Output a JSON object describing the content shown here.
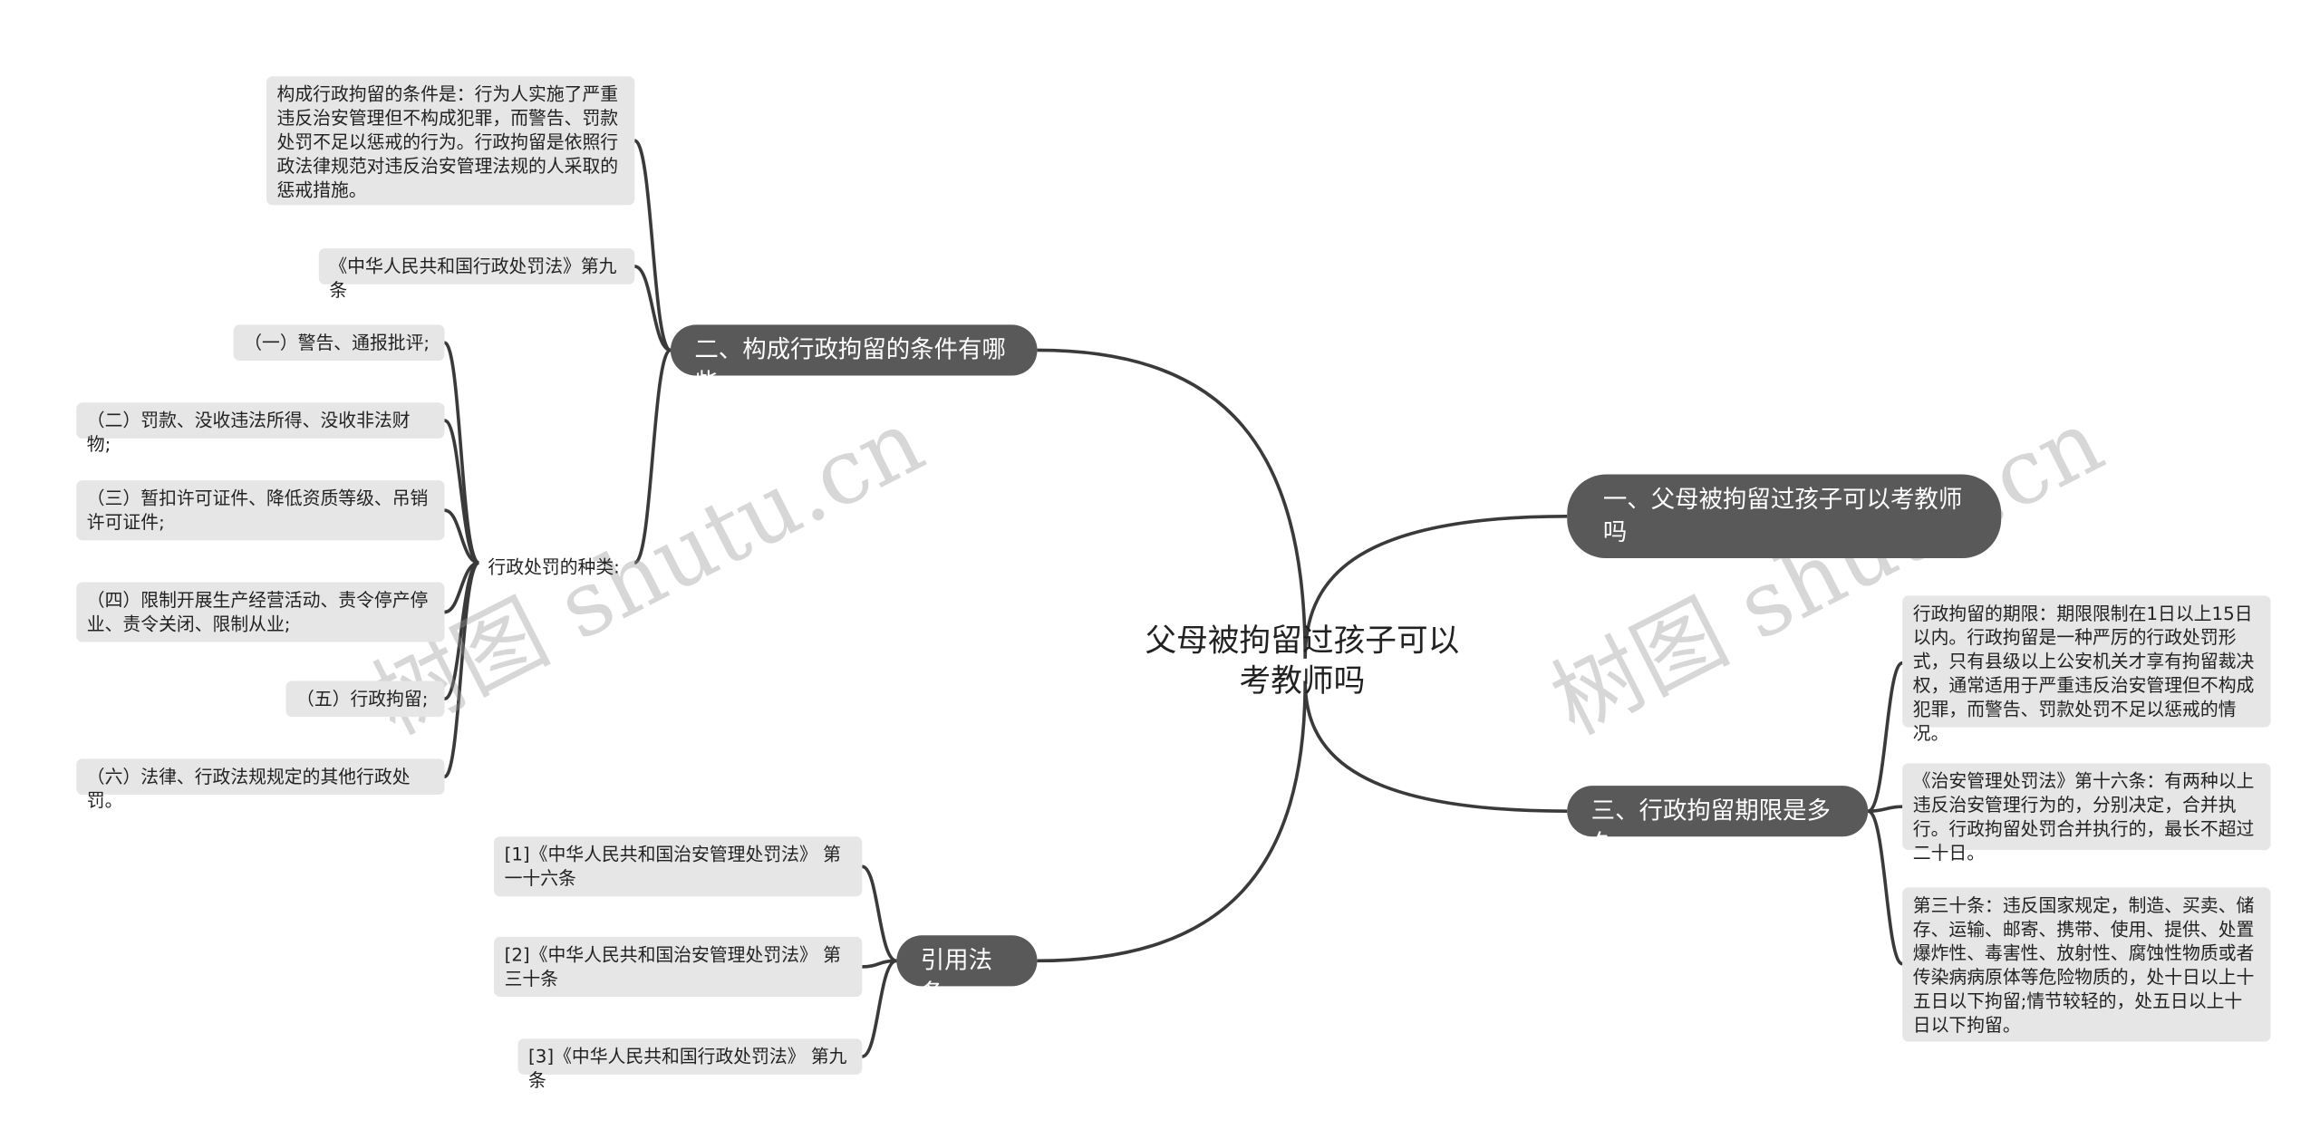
{
  "watermark": "树图 shutu.cn",
  "root": "父母被拘留过孩子可以考教师吗",
  "branch_one": {
    "title": "一、父母被拘留过孩子可以考教师吗"
  },
  "branch_two": {
    "title": "二、构成行政拘留的条件有哪些",
    "definition": "构成行政拘留的条件是：行为人实施了严重违反治安管理但不构成犯罪，而警告、罚款处罚不足以惩戒的行为。行政拘留是依照行政法律规范对违反治安管理法规的人采取的惩戒措施。",
    "law_ref": "《中华人民共和国行政处罚法》第九条",
    "penalty_types": {
      "label": "行政处罚的种类:",
      "items": [
        "（一）警告、通报批评;",
        "（二）罚款、没收违法所得、没收非法财物;",
        "（三）暂扣许可证件、降低资质等级、吊销许可证件;",
        "（四）限制开展生产经营活动、责令停产停业、责令关闭、限制从业;",
        "（五）行政拘留;",
        "（六）法律、行政法规规定的其他行政处罚。"
      ]
    }
  },
  "branch_three": {
    "title": "三、行政拘留期限是多久",
    "items": [
      "行政拘留的期限：期限限制在1日以上15日以内。行政拘留是一种严厉的行政处罚形式，只有县级以上公安机关才享有拘留裁决权，通常适用于严重违反治安管理但不构成犯罪，而警告、罚款处罚不足以惩戒的情况。",
      "《治安管理处罚法》第十六条：有两种以上违反治安管理行为的，分别决定，合并执行。行政拘留处罚合并执行的，最长不超过二十日。",
      "第三十条：违反国家规定，制造、买卖、储存、运输、邮寄、携带、使用、提供、处置爆炸性、毒害性、放射性、腐蚀性物质或者传染病病原体等危险物质的，处十日以上十五日以下拘留;情节较轻的，处五日以上十日以下拘留。"
    ]
  },
  "branch_four": {
    "title": "引用法条",
    "items": [
      "[1]《中华人民共和国治安管理处罚法》 第一十六条",
      "[2]《中华人民共和国治安管理处罚法》 第三十条",
      "[3]《中华人民共和国行政处罚法》 第九条"
    ]
  }
}
